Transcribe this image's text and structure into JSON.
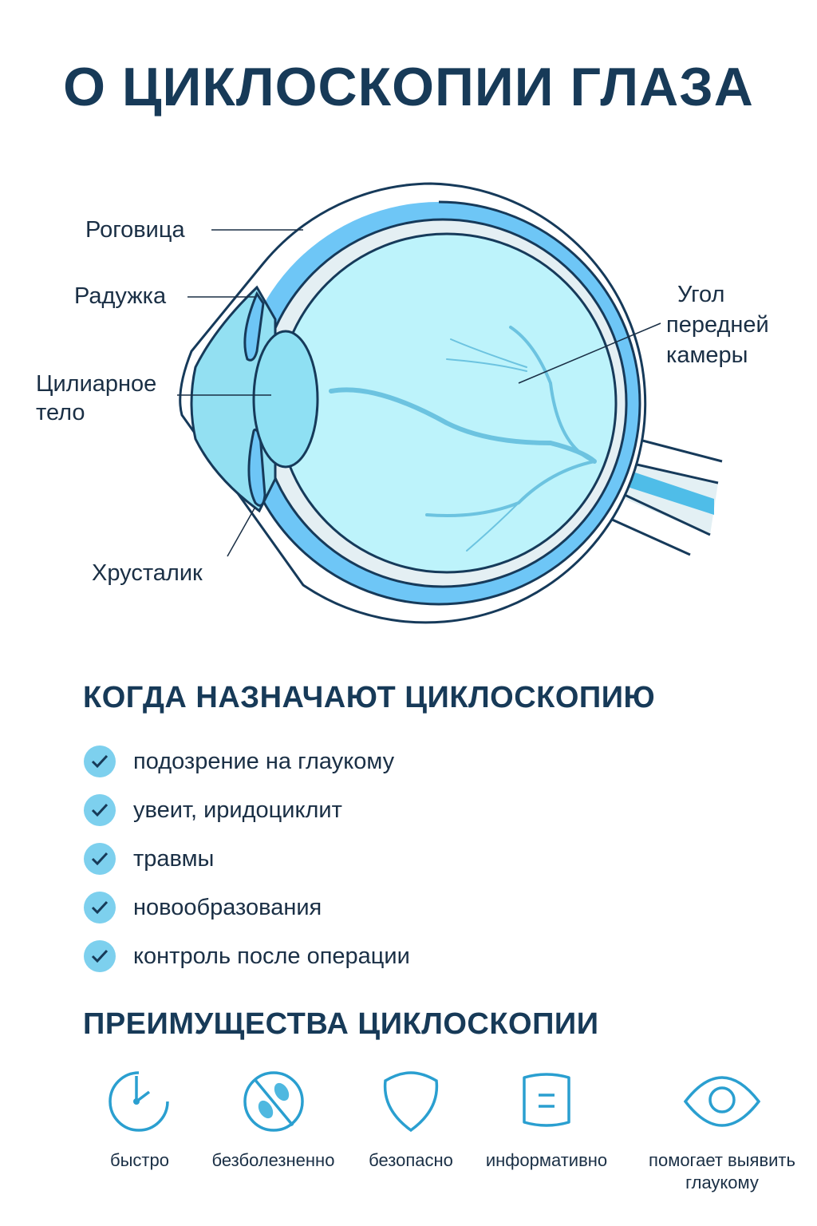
{
  "title": "О ЦИКЛОСКОПИИ ГЛАЗА",
  "diagram": {
    "labels": {
      "cornea": "Роговица",
      "iris": "Радужка",
      "ciliary_1": "Цилиарное",
      "ciliary_2": "тело",
      "lens": "Хрусталик",
      "angle_1": "Угол",
      "angle_2": "передней",
      "angle_3": "камеры"
    }
  },
  "indications": {
    "heading": "КОГДА НАЗНАЧАЮТ ЦИКЛОСКОПИЮ",
    "items": [
      "подозрение на глаукому",
      "увеит, иридоциклит",
      "травмы",
      "новообразования",
      "контроль после операции"
    ]
  },
  "advantages": {
    "heading": "ПРЕИМУЩЕСТВА ЦИКЛОСКОПИИ",
    "items": [
      {
        "icon": "clock-icon",
        "label": "быстро"
      },
      {
        "icon": "no-pain-icon",
        "label": "безболезненно"
      },
      {
        "icon": "shield-icon",
        "label": "безопасно"
      },
      {
        "icon": "document-icon",
        "label": "информативно"
      },
      {
        "icon": "eye-icon",
        "label_1": "помогает выявить",
        "label_2": "глаукому"
      }
    ]
  },
  "colors": {
    "accent": "#2a9fd0",
    "dark": "#173a58",
    "check_bg": "#7dd0ee"
  }
}
